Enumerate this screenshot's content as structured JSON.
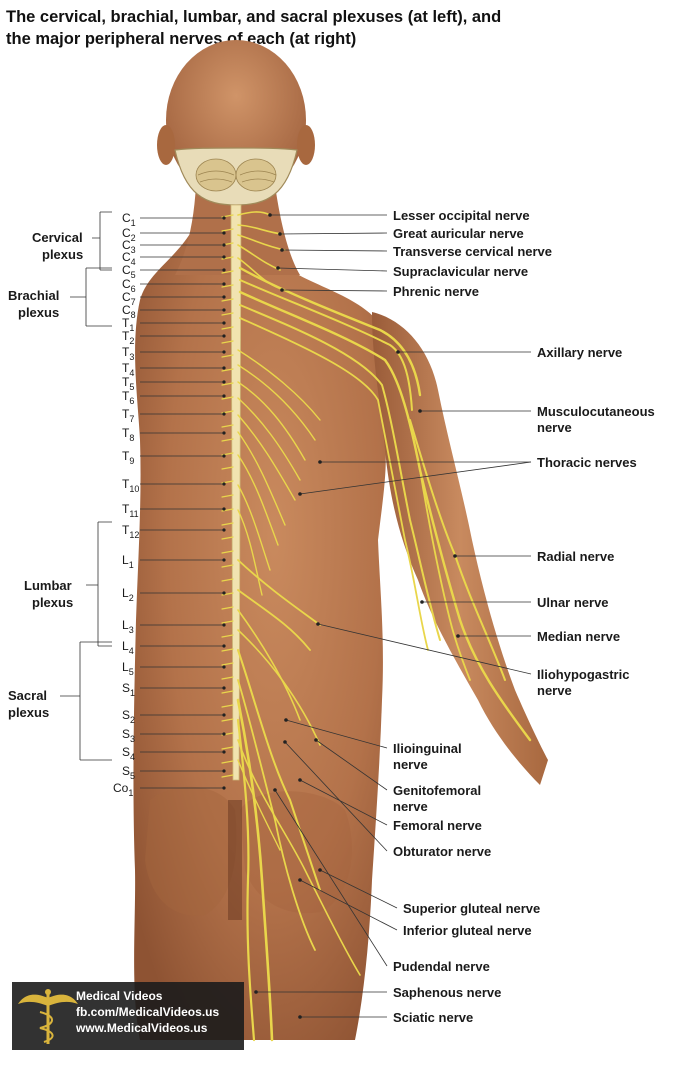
{
  "title": {
    "line1": "The cervical, brachial, lumbar, and sacral plexuses (at left), and",
    "line2": "the major peripheral nerves of each (at right)"
  },
  "plexus_groups": [
    {
      "label1": "Cervical",
      "label2": "plexus"
    },
    {
      "label1": "Brachial",
      "label2": "plexus"
    },
    {
      "label1": "Lumbar",
      "label2": "plexus"
    },
    {
      "label1": "Sacral",
      "label2": "plexus"
    }
  ],
  "segments": [
    {
      "base": "C",
      "sub": "1"
    },
    {
      "base": "C",
      "sub": "2"
    },
    {
      "base": "C",
      "sub": "3"
    },
    {
      "base": "C",
      "sub": "4"
    },
    {
      "base": "C",
      "sub": "5"
    },
    {
      "base": "C",
      "sub": "6"
    },
    {
      "base": "C",
      "sub": "7"
    },
    {
      "base": "C",
      "sub": "8"
    },
    {
      "base": "T",
      "sub": "1"
    },
    {
      "base": "T",
      "sub": "2"
    },
    {
      "base": "T",
      "sub": "3"
    },
    {
      "base": "T",
      "sub": "4"
    },
    {
      "base": "T",
      "sub": "5"
    },
    {
      "base": "T",
      "sub": "6"
    },
    {
      "base": "T",
      "sub": "7"
    },
    {
      "base": "T",
      "sub": "8"
    },
    {
      "base": "T",
      "sub": "9"
    },
    {
      "base": "T",
      "sub": "10"
    },
    {
      "base": "T",
      "sub": "11"
    },
    {
      "base": "T",
      "sub": "12"
    },
    {
      "base": "L",
      "sub": "1"
    },
    {
      "base": "L",
      "sub": "2"
    },
    {
      "base": "L",
      "sub": "3"
    },
    {
      "base": "L",
      "sub": "4"
    },
    {
      "base": "L",
      "sub": "5"
    },
    {
      "base": "S",
      "sub": "1"
    },
    {
      "base": "S",
      "sub": "2"
    },
    {
      "base": "S",
      "sub": "3"
    },
    {
      "base": "S",
      "sub": "4"
    },
    {
      "base": "S",
      "sub": "5"
    },
    {
      "base": "Co",
      "sub": "1"
    }
  ],
  "nerves": [
    {
      "line1": "Lesser occipital nerve"
    },
    {
      "line1": "Great auricular nerve"
    },
    {
      "line1": "Transverse cervical nerve"
    },
    {
      "line1": "Supraclavicular nerve"
    },
    {
      "line1": "Phrenic nerve"
    },
    {
      "line1": "Axillary nerve"
    },
    {
      "line1": "Musculocutaneous",
      "line2": "nerve"
    },
    {
      "line1": "Thoracic nerves"
    },
    {
      "line1": "Radial nerve"
    },
    {
      "line1": "Ulnar nerve"
    },
    {
      "line1": "Median nerve"
    },
    {
      "line1": "Iliohypogastric",
      "line2": "nerve"
    },
    {
      "line1": "Ilioinguinal",
      "line2": "nerve"
    },
    {
      "line1": "Genitofemoral",
      "line2": "nerve"
    },
    {
      "line1": "Femoral nerve"
    },
    {
      "line1": "Obturator nerve"
    },
    {
      "line1": "Superior gluteal nerve"
    },
    {
      "line1": "Inferior gluteal nerve"
    },
    {
      "line1": "Pudendal nerve"
    },
    {
      "line1": "Saphenous nerve"
    },
    {
      "line1": "Sciatic nerve"
    }
  ],
  "watermark": {
    "line1": "Medical Videos",
    "line2": "fb.com/MedicalVideos.us",
    "line3": "www.MedicalVideos.us"
  },
  "colors": {
    "skin": "#b8774e",
    "skin_dark": "#8f5533",
    "nerve": "#e9d64b",
    "spinal_cord": "#f1e3b0"
  }
}
